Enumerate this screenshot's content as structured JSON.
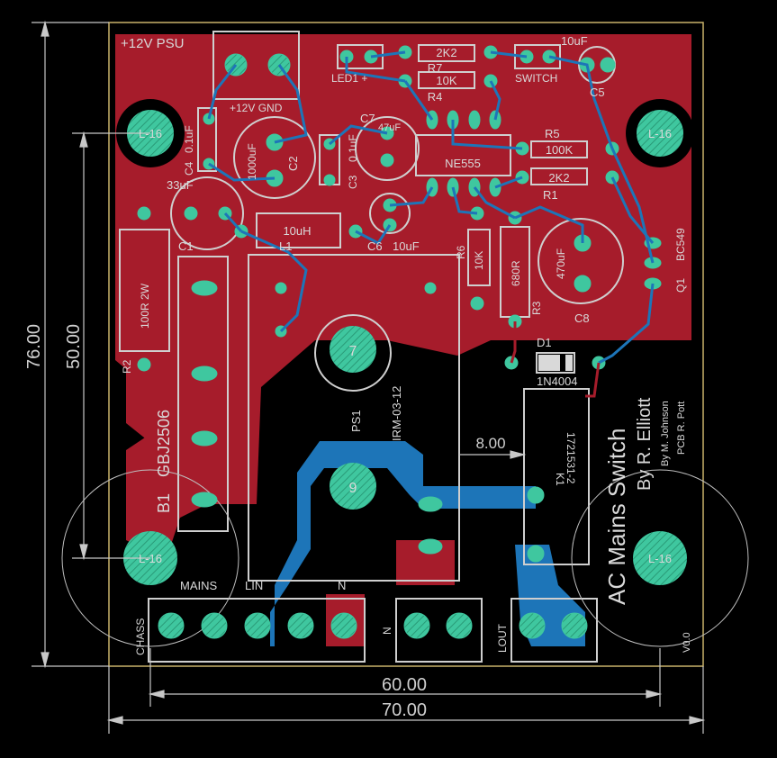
{
  "board": {
    "title": "AC Mains Switch",
    "author": "By R. Elliott",
    "designer": "By M. Johnson",
    "pcb": "PCB R. Pott",
    "version": "V0.0"
  },
  "dimensions": {
    "width_outer": "70.00",
    "width_inner": "60.00",
    "height_outer": "76.00",
    "height_inner": "50.00",
    "gap": "8.00"
  },
  "labels": {
    "psu": "+12V PSU",
    "gnd": "+12V GND",
    "led1": "LED1 +",
    "switch": "SWITCH",
    "mains": "MAINS",
    "lin": "LIN",
    "n1": "N",
    "n2": "N",
    "chass": "CHASS",
    "lout": "LOUT",
    "mount": "L-16"
  },
  "components": {
    "r7": "R7",
    "r7v": "2K2",
    "r4": "R4",
    "r4v": "10K",
    "c5": "C5",
    "c5v": "10uF",
    "c7": "C7",
    "c7v": "47uF",
    "c4": "C4",
    "c4v": "0.1uF",
    "c2": "C2",
    "c2v": "1000uF",
    "c3": "C3",
    "c3v": "0.1uF",
    "ic": "NE555",
    "r5": "R5",
    "r5v": "100K",
    "r1": "R1",
    "r1v": "2K2",
    "c1": "C1",
    "c1v": "33uF",
    "l1": "L1",
    "l1v": "10uH",
    "c6": "C6",
    "c6v": "10uF",
    "r6": "R6",
    "r6v": "10K",
    "r3": "R3",
    "r3v": "680R",
    "c8": "C8",
    "c8v": "470uF",
    "q1": "Q1",
    "q1v": "BC549",
    "r2": "R2",
    "r2v": "100R 2W",
    "d1": "D1",
    "d1v": "1N4004",
    "b1": "B1",
    "b1v": "GBJ2506",
    "ps1": "PS1",
    "ps1v": "IRM-03-12",
    "k1": "K1",
    "k1v": "1721531-2",
    "pin7": "7",
    "pin9": "9"
  }
}
